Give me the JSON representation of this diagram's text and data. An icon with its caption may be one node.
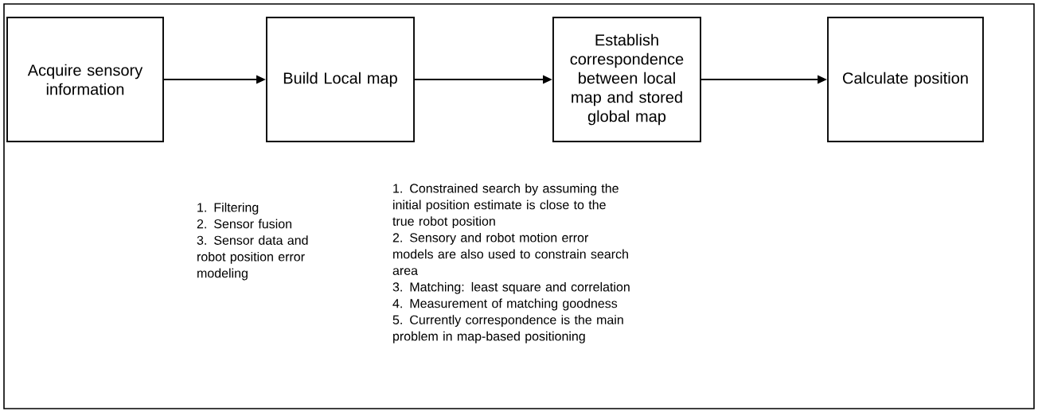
{
  "diagram": {
    "nodes": [
      {
        "text": [
          "Acquire sensory information"
        ]
      },
      {
        "text": [
          "Build Local map"
        ]
      },
      {
        "text": [
          "Establish correspondence between local map and stored global map"
        ]
      },
      {
        "text": [
          "Calculate position"
        ]
      }
    ],
    "edges": [
      {
        "from": 0,
        "to": 1,
        "arrow": "to"
      },
      {
        "from": 1,
        "to": 2,
        "arrow": "to"
      },
      {
        "from": 2,
        "to": 3,
        "arrow": "to"
      }
    ],
    "labels": [
      "1. Filtering",
      "2. Sensor fusion",
      "3. Sensor data and robot position error modeling",
      "1. Constrained search by assuming the initial position estimate is close to the true robot position",
      "2. Sensory and robot motion error models are also used to constrain search area",
      "3. Matching: least square and correlation",
      "4. Measurement of matching goodness",
      "5. Currently correspondence is the main problem in map-based  positioning"
    ]
  }
}
